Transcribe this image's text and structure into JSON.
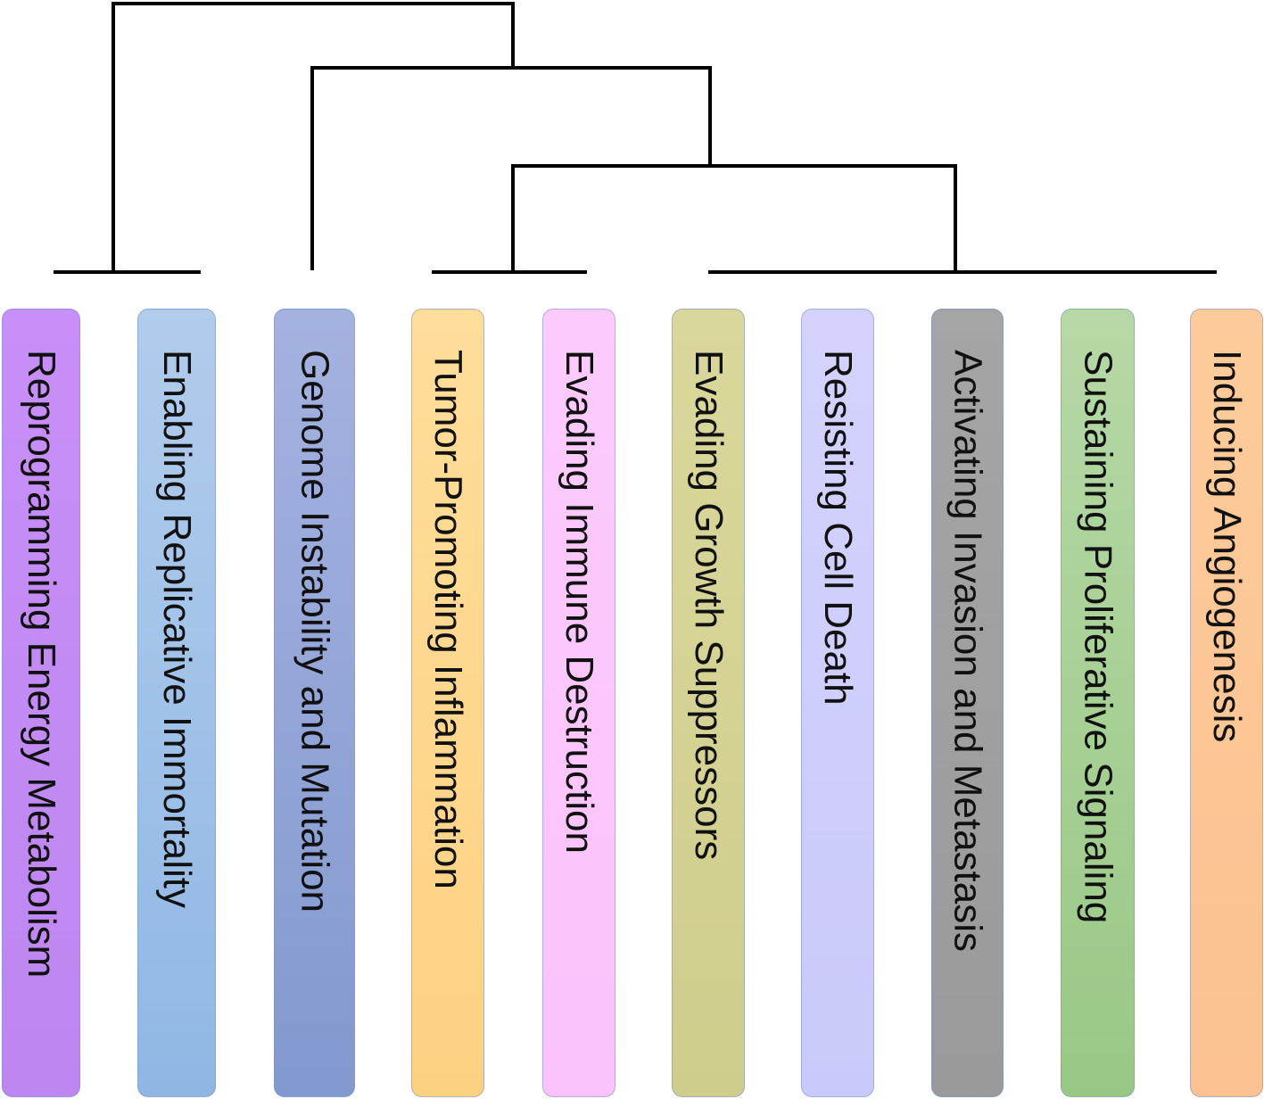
{
  "hallmarks": [
    {
      "label": "Reprogramming Energy Metabolism",
      "color_top": "#c78ff7",
      "color_bottom": "#bd86f0"
    },
    {
      "label": "Enabling Replicative Immortality",
      "color_top": "#b1ccec",
      "color_bottom": "#90b7e4"
    },
    {
      "label": "Genome Instability and Mutation",
      "color_top": "#a5b2e0",
      "color_bottom": "#8299cf"
    },
    {
      "label": "Tumor-Promoting Inflammation",
      "color_top": "#ffdd9a",
      "color_bottom": "#fdd182"
    },
    {
      "label": "Evading Immune Destruction",
      "color_top": "#fccbfc",
      "color_bottom": "#fbc2fb"
    },
    {
      "label": "Evading Growth Suppressors",
      "color_top": "#dad79c",
      "color_bottom": "#cfcd8c"
    },
    {
      "label": "Resisting Cell Death",
      "color_top": "#d4d2fd",
      "color_bottom": "#c9c9fb"
    },
    {
      "label": "Activating Invasion and Metastasis",
      "color_top": "#a5a5a5",
      "color_bottom": "#9a9a9a"
    },
    {
      "label": "Sustaining Proliferative Signaling",
      "color_top": "#b6d8a6",
      "color_bottom": "#99c885"
    },
    {
      "label": "Inducing Angiogenesis",
      "color_top": "#fdcb9b",
      "color_bottom": "#fbc190"
    }
  ],
  "tree_color": "#000000"
}
